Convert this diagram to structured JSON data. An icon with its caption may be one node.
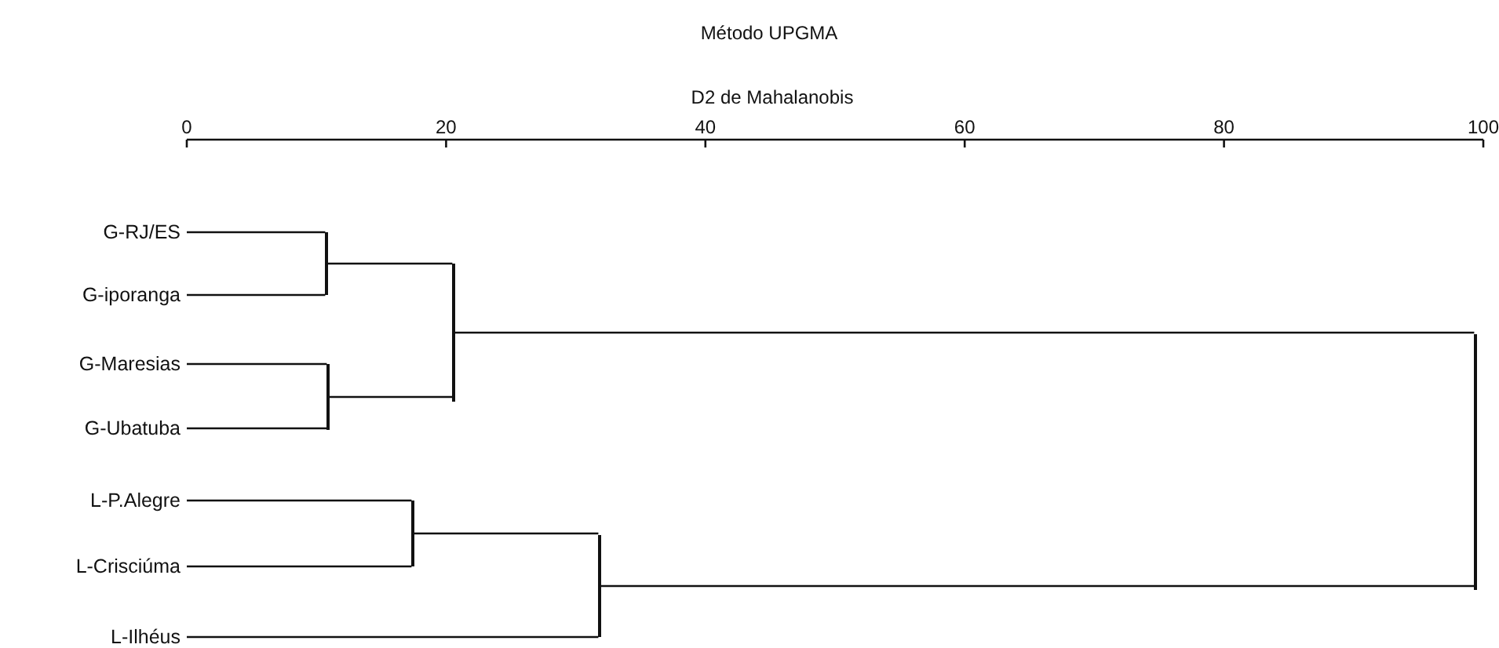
{
  "diagram": {
    "title": "Método UPGMA",
    "nodes": [
      {
        "text": [
          "G-RJ/ES"
        ]
      },
      {
        "text": [
          "G-iporanga"
        ]
      },
      {
        "text": [
          "G-Maresias"
        ]
      },
      {
        "text": [
          "G-Ubatuba"
        ]
      },
      {
        "text": [
          "L-P.Alegre"
        ]
      },
      {
        "text": [
          "L-Crisciúma"
        ]
      },
      {
        "text": [
          "L-Ilhéus"
        ]
      },
      {
        "text": [],
        "shape": "bar"
      },
      {
        "text": [],
        "shape": "bar"
      },
      {
        "text": [],
        "shape": "bar"
      },
      {
        "text": [],
        "shape": "bar"
      },
      {
        "text": [],
        "shape": "bar"
      },
      {
        "text": [],
        "shape": "bar"
      }
    ],
    "edges": [
      {
        "from": 0,
        "to": 7,
        "arrow": "none"
      },
      {
        "from": 1,
        "to": 7,
        "arrow": "none"
      },
      {
        "from": 2,
        "to": 8,
        "arrow": "none"
      },
      {
        "from": 3,
        "to": 8,
        "arrow": "none"
      },
      {
        "from": 7,
        "to": 9,
        "arrow": "none"
      },
      {
        "from": 8,
        "to": 9,
        "arrow": "none"
      },
      {
        "from": 4,
        "to": 10,
        "arrow": "none"
      },
      {
        "from": 5,
        "to": 10,
        "arrow": "none"
      },
      {
        "from": 10,
        "to": 11,
        "arrow": "none"
      },
      {
        "from": 6,
        "to": 11,
        "arrow": "none"
      },
      {
        "from": 9,
        "to": 12,
        "arrow": "none"
      },
      {
        "from": 11,
        "to": 12,
        "arrow": "none"
      }
    ],
    "labels": [
      "D2 de Mahalanobis",
      "0",
      "20",
      "40",
      "60",
      "80",
      "100"
    ]
  }
}
